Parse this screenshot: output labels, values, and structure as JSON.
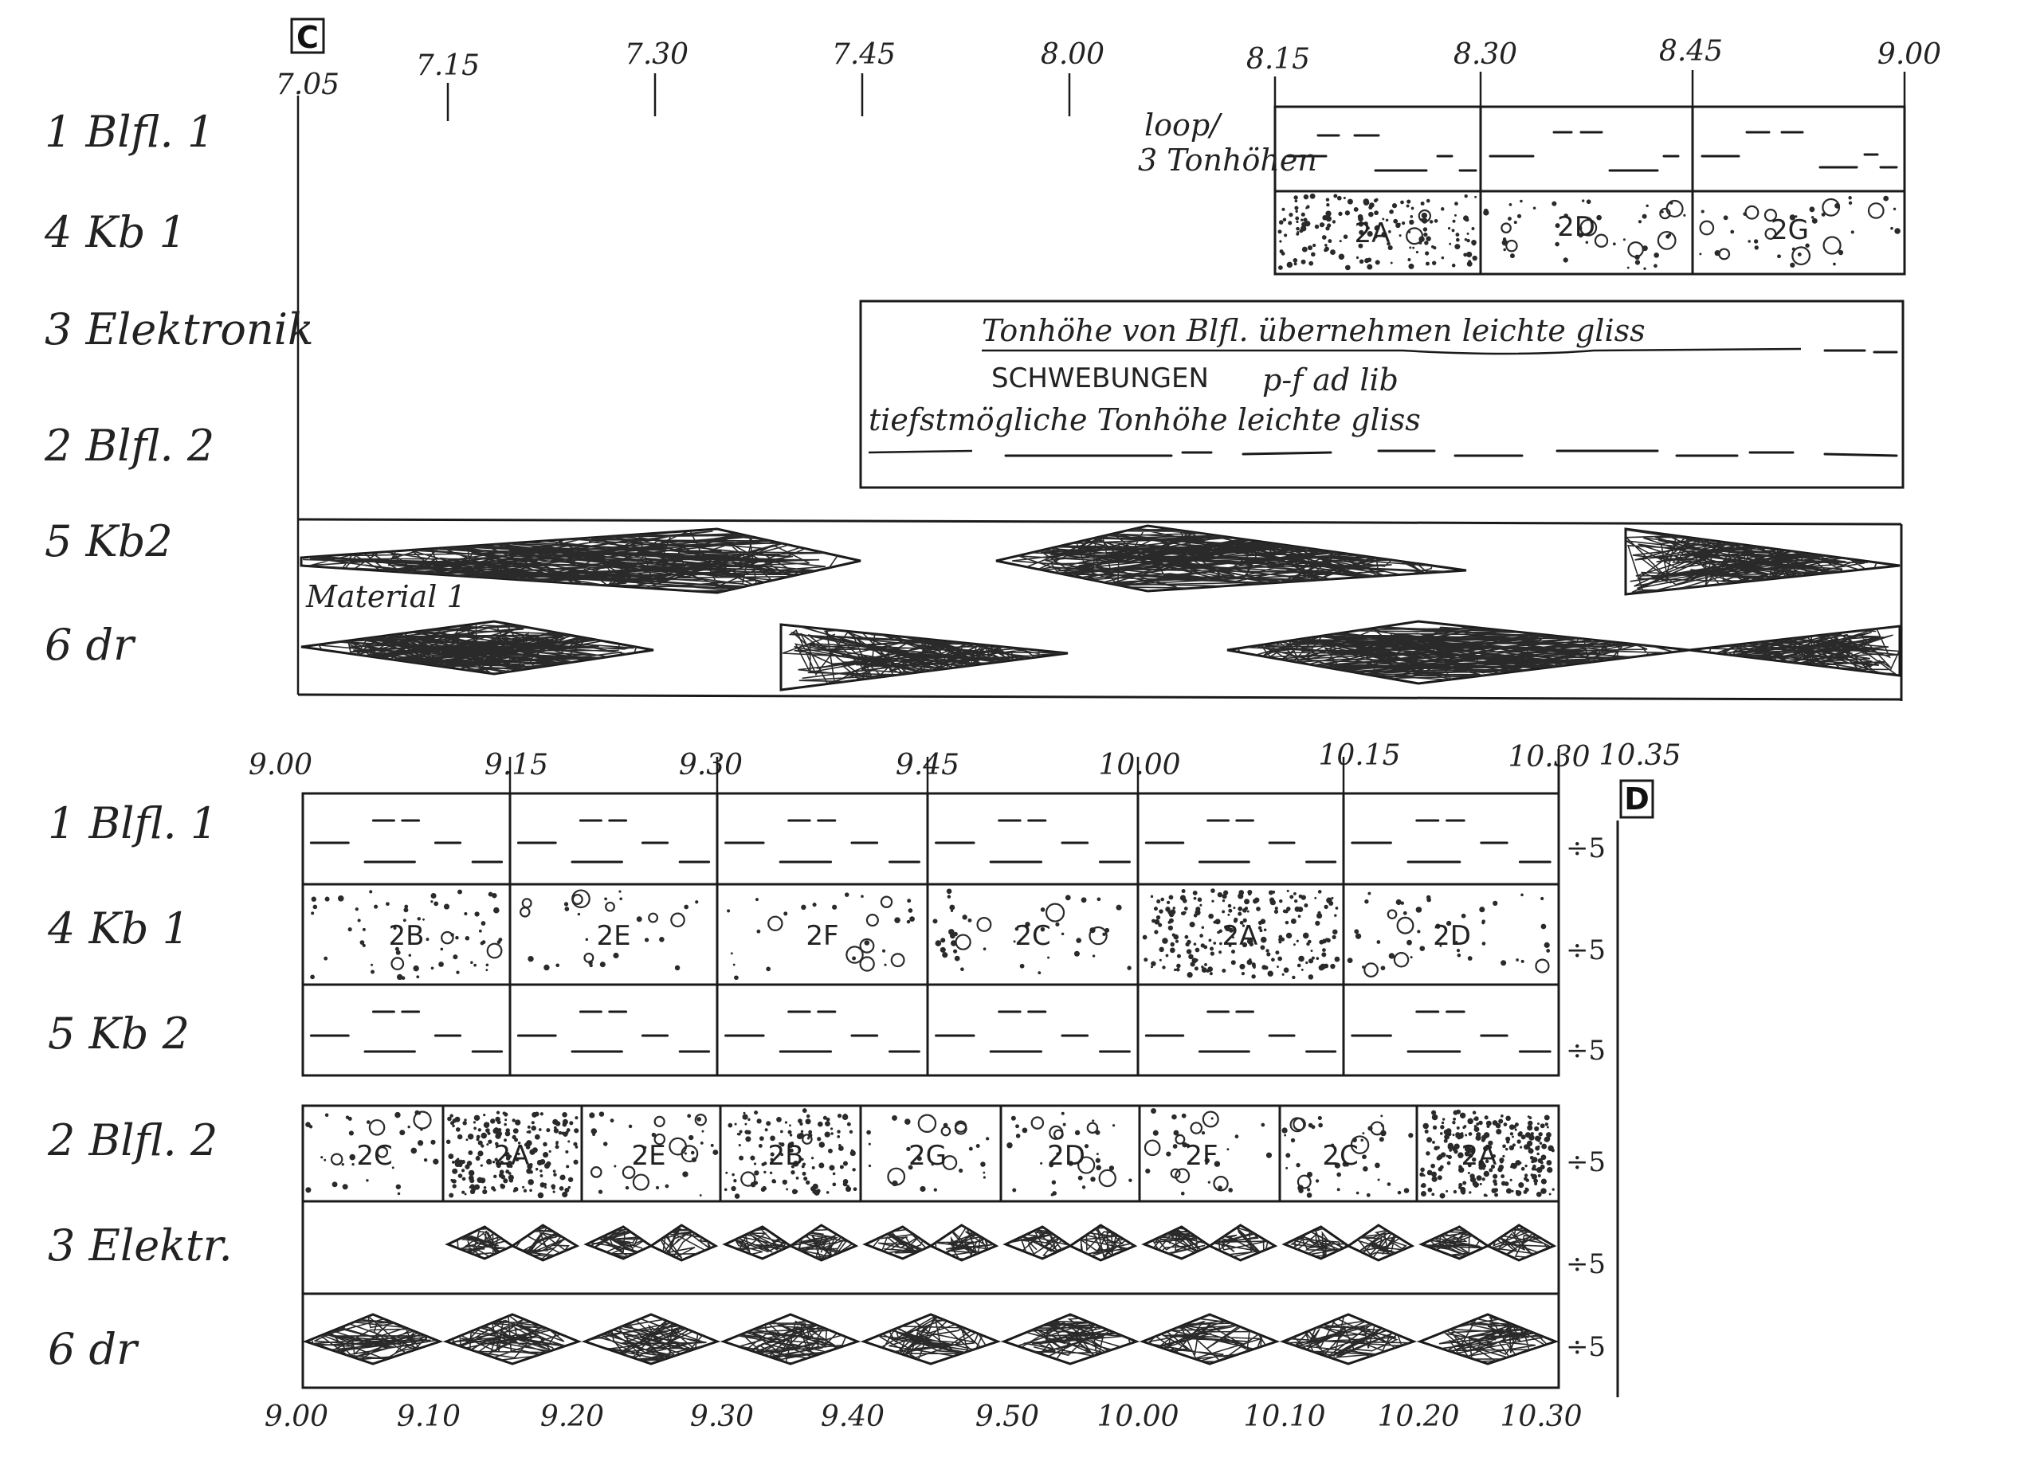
{
  "section_c": {
    "marker": "C",
    "times": [
      "7.05",
      "7.15",
      "7.30",
      "7.45",
      "8.00",
      "8.15",
      "8.30",
      "8.45",
      "9.00"
    ],
    "parts": [
      "1 Blfl. 1",
      "4 Kb 1",
      "3 Elektronik",
      "2 Blfl. 2",
      "5 Kb2",
      "6 dr"
    ],
    "loop_note_line1": "loop/",
    "loop_note_line2": "3 Tonhöhen",
    "kb1_cells": [
      "2A",
      "2D",
      "2G"
    ],
    "elektronik_text1": "Tonhöhe von Blfl. übernehmen  leichte gliss",
    "elektronik_text2": "SCHWEBUNGEN",
    "elektronik_text3": "p-f ad lib",
    "blfl2_text": "tiefstmögliche Tonhöhe  leichte gliss",
    "material_label": "Material 1"
  },
  "section_d": {
    "marker": "D",
    "top_times": [
      "9.00",
      "9.15",
      "9.30",
      "9.45",
      "10.00",
      "10.15",
      "10.30",
      "10.35"
    ],
    "bottom_times": [
      "9.00",
      "9.10",
      "9.20",
      "9.30",
      "9.40",
      "9.50",
      "10.00",
      "10.10",
      "10.20",
      "10.30"
    ],
    "parts_top": [
      "1  Blfl. 1",
      "4  Kb 1",
      "5  Kb 2"
    ],
    "parts_bottom": [
      "2  Blfl. 2",
      "3  Elektr.",
      "6  dr"
    ],
    "kb1_cells": [
      "2B",
      "2E",
      "2F",
      "2C",
      "2A",
      "2D"
    ],
    "blfl2_cells": [
      "2C",
      "2A",
      "2E",
      "2B",
      "2G",
      "2D",
      "2F",
      "2C",
      "2A"
    ],
    "repeat_marks": [
      "÷5",
      "÷5",
      "÷5",
      "÷5",
      "÷5",
      "÷5"
    ]
  }
}
